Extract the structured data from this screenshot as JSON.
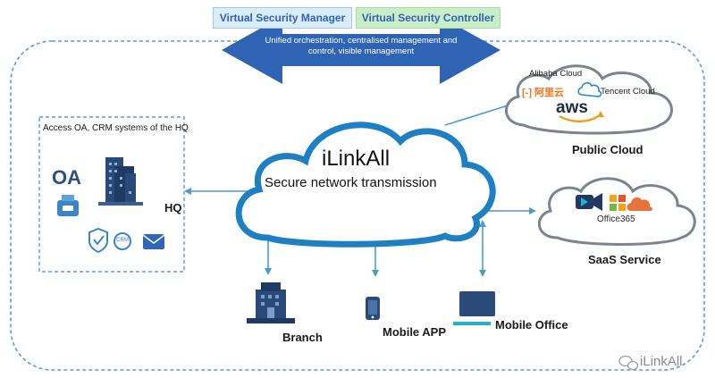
{
  "header": {
    "manager_label": "Virtual Security Manager",
    "controller_label": "Virtual Security Controller",
    "arrow_text_line1": "Unified orchestration, centralised management and",
    "arrow_text_line2": "control, visible management"
  },
  "hq": {
    "caption": "Access OA, CRM systems of the HQ",
    "oa_label": "OA",
    "crm_label": "CRM",
    "name": "HQ"
  },
  "center": {
    "brand": "iLinkAll",
    "subtitle": "Secure network transmission"
  },
  "public_cloud": {
    "alibaba_label": "Alibaba Cloud",
    "alibaba_logo_text": "[-] 阿里云",
    "tencent_label": "Tencent Cloud",
    "aws_label": "aws",
    "name": "Public Cloud"
  },
  "saas": {
    "office_label": "Office365",
    "name": "SaaS Service"
  },
  "endpoints": {
    "branch": "Branch",
    "mobile_app": "Mobile APP",
    "mobile_office": "Mobile Office"
  },
  "watermark": "iLinkAll",
  "colors": {
    "arrow": "#2f63b3",
    "connector": "#4a9ccf",
    "cloud_stroke": "#1e7fc2",
    "dash": "#5aa0cc",
    "manager_bg": "#d9ecf7",
    "controller_bg": "#c9eec7"
  }
}
